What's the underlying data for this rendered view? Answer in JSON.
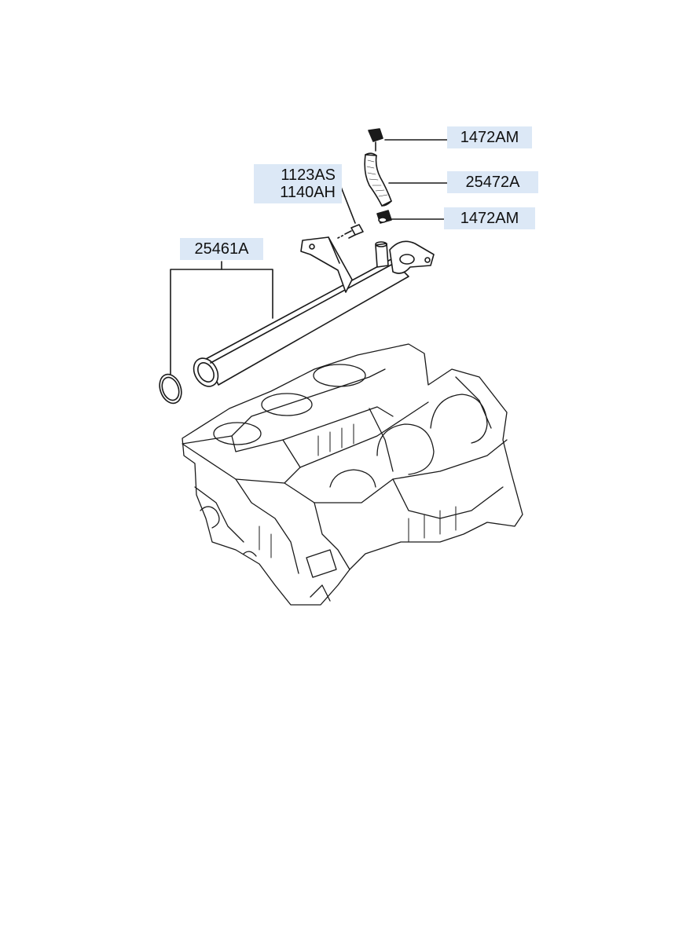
{
  "diagram": {
    "callouts": {
      "hose_clamp_upper": "1472AM",
      "hose": "25472A",
      "hose_clamp_lower": "1472AM",
      "bolt_line1": "1123AS",
      "bolt_line2": "1140AH",
      "water_pipe": "25461A"
    },
    "colors": {
      "callout_background": "#dce8f6",
      "line_art": "#1a1a1a"
    }
  }
}
